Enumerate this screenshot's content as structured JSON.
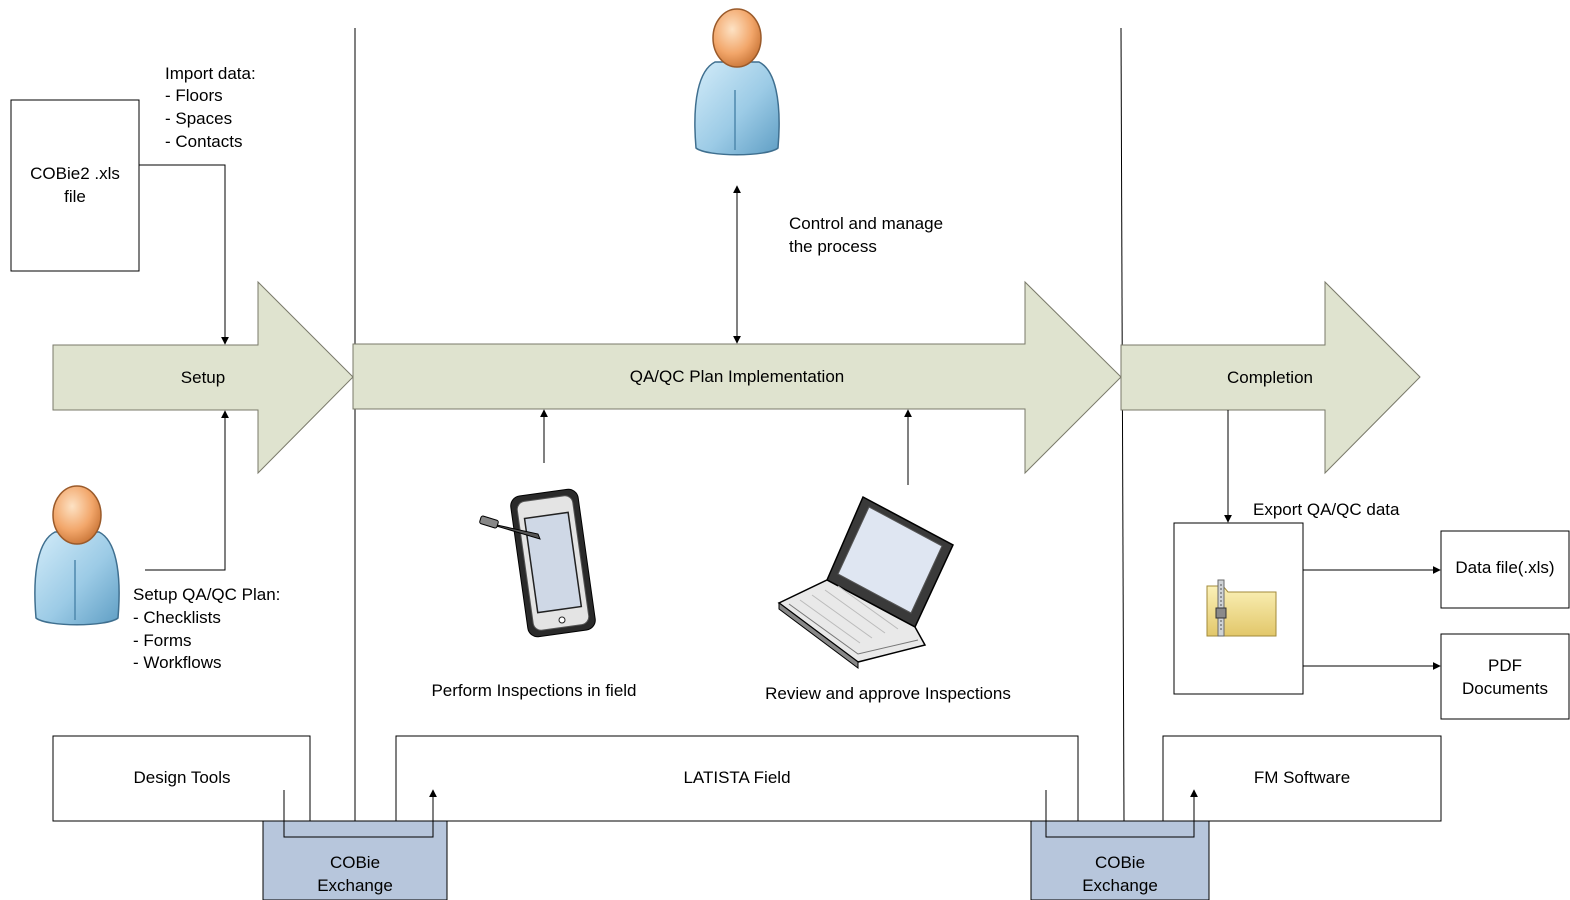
{
  "source_file": {
    "line1": "COBie2 .xls",
    "line2": "file"
  },
  "import_note": {
    "title": "Import data:",
    "items": [
      "- Floors",
      "- Spaces",
      "- Contacts"
    ]
  },
  "setup_note": {
    "title": "Setup QA/QC Plan:",
    "items": [
      "- Checklists",
      "- Forms",
      "- Workflows"
    ]
  },
  "phases": {
    "setup": "Setup",
    "implementation": "QA/QC Plan Implementation",
    "completion": "Completion"
  },
  "control_note": {
    "line1": "Control and manage",
    "line2": "the process"
  },
  "field_label": "Perform Inspections in field",
  "review_label": "Review and approve Inspections",
  "export_label": "Export QA/QC data",
  "outputs": {
    "data_file": "Data file(.xls)",
    "pdf_line1": "PDF",
    "pdf_line2": "Documents"
  },
  "systems": {
    "design_tools": "Design Tools",
    "latista": "LATISTA Field",
    "fm_software": "FM Software"
  },
  "exchange": {
    "line1": "COBie",
    "line2": "Exchange"
  },
  "colors": {
    "arrow_fill": "#dfe3cf",
    "exchange_fill": "#b7c6dc",
    "person_shirt": "#9ccbe6",
    "person_skin": "#f2a66a"
  },
  "icons": [
    "person-icon",
    "tablet-icon",
    "laptop-icon",
    "zip-folder-icon"
  ]
}
